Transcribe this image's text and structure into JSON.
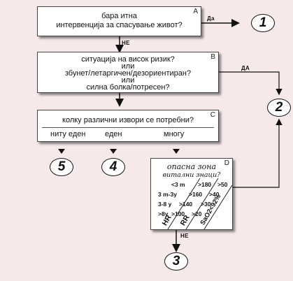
{
  "box_a": {
    "letter": "A",
    "line1": "бара итна",
    "line2": "интервенција за спасување живот?"
  },
  "box_b": {
    "letter": "B",
    "line1": "ситуација на висок ризик?",
    "line2": "или",
    "line3": "збунет/летаргичен/дезориентиран?",
    "line4": "или",
    "line5": "силна болка/потресен?"
  },
  "box_c": {
    "letter": "C",
    "question": "колку различни извори се потребни?",
    "opt1": "ниту еден",
    "opt2": "еден",
    "opt3": "многу"
  },
  "box_d": {
    "letter": "D",
    "title": "опасна зона",
    "subtitle": "витални знаци?",
    "rows": [
      {
        "age": "<3 m",
        "hr": ">180",
        "rr": ">50"
      },
      {
        "age": "3 m-3y",
        "hr": ">160",
        "rr": ">40"
      },
      {
        "age": "3-8 y",
        "hr": ">140",
        "rr": ">30"
      },
      {
        "age": ">8y",
        "hr": ">100",
        "rr": ">20"
      }
    ],
    "col_hr": "HR",
    "col_rr": "RR",
    "col_sao2": "SaO2<92%"
  },
  "labels": {
    "yes_a": "Да",
    "no_a": "НЕ",
    "yes_b": "ДА",
    "no_d": "НЕ"
  },
  "circles": {
    "c1": "1",
    "c2": "2",
    "c3": "3",
    "c4": "4",
    "c5": "5"
  },
  "colors": {
    "background": "#f6e9ea",
    "box": "#ffffff",
    "border": "#444444"
  }
}
